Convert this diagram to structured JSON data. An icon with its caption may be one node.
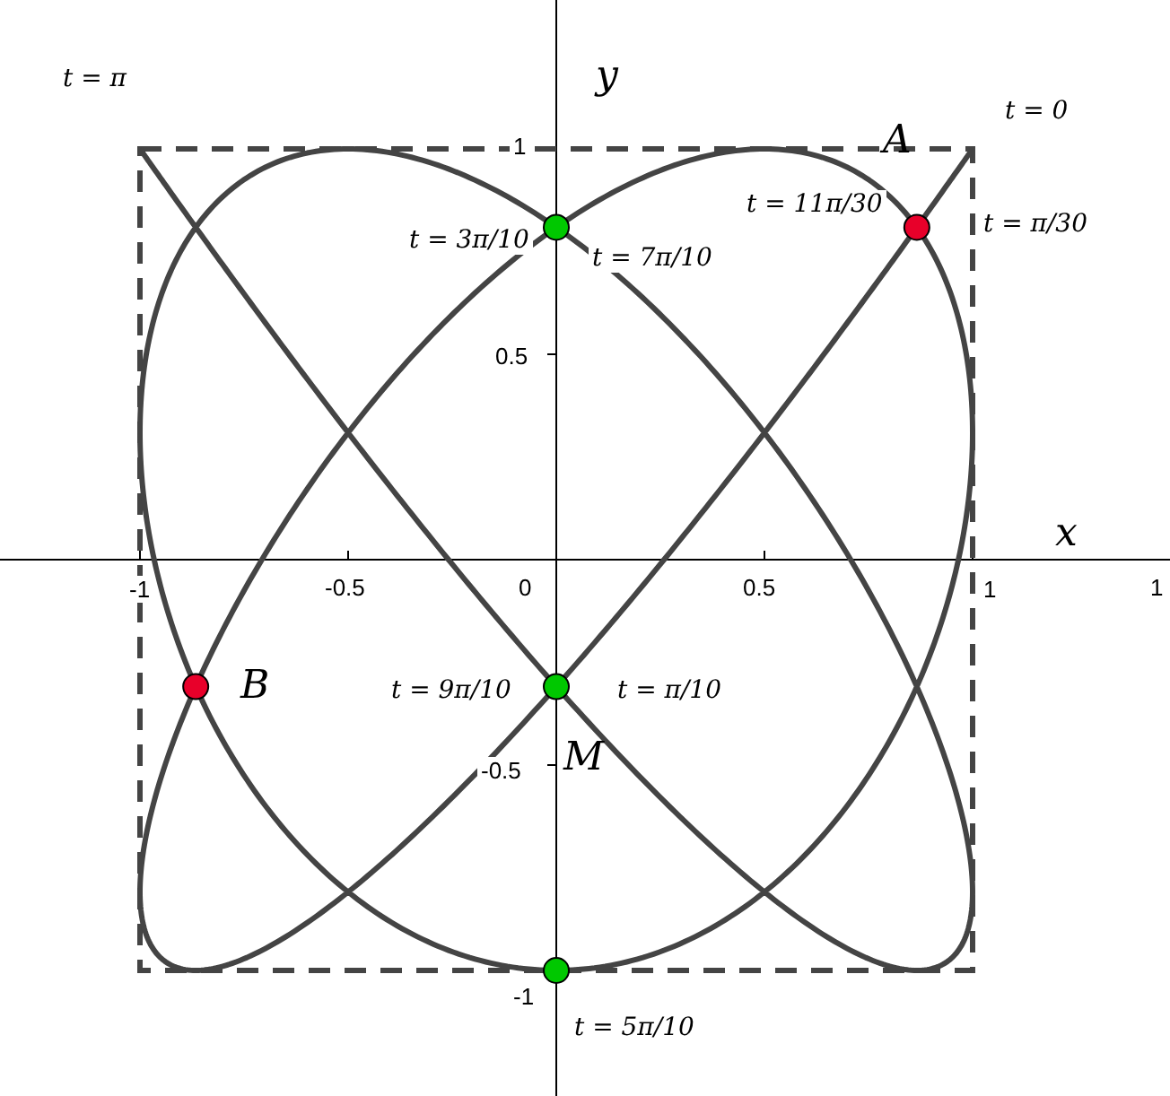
{
  "diagram": {
    "labels": [
      "t = π",
      "y",
      "t = 0",
      "1",
      "A",
      "t = 3π/10",
      "t = 7π/10",
      "t = 11π/30",
      "t = π/30",
      "0.5",
      "x",
      "-1",
      "-0.5",
      "0",
      "0.5",
      "1",
      "1",
      "B",
      "t = 9π/10",
      "t = π/10",
      "-0.5",
      "M",
      "-1",
      "t = 5π/10"
    ]
  }
}
